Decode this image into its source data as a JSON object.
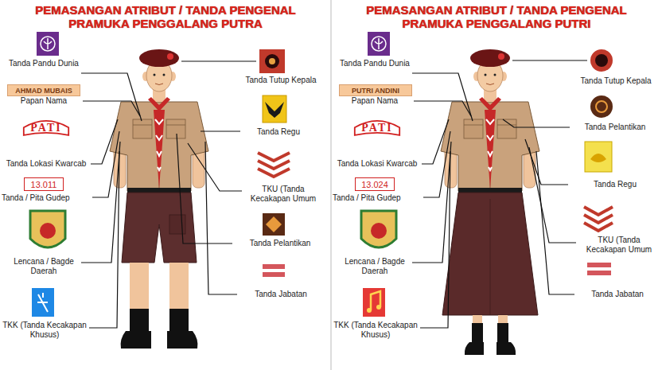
{
  "diagram": {
    "nodes": [
      {
        "text": [
          "AHMAD MUBAIS"
        ]
      },
      {
        "text": [
          "PATI"
        ]
      },
      {
        "text": [
          "13.011"
        ]
      },
      {
        "text": [
          "PUTRI ANDINI"
        ]
      },
      {
        "text": [
          "PATI"
        ]
      },
      {
        "text": [
          "13.024"
        ]
      }
    ],
    "labels": [
      "PEMASANGAN ATRIBUT / TANDA PENGENAL PRAMUKA PENGGALANG PUTRA",
      "Tanda Pandu Dunia",
      "Papan Nama",
      "Tanda Lokasi Kwarcab",
      "Tanda / Pita Gudep",
      "Lencana / Bagde Daerah",
      "TKK (Tanda Kecakapan Khusus)",
      "Tanda Tutup Kepala",
      "Tanda Regu",
      "TKU (Tanda Kecakapan Umum",
      "Tanda Pelantikan",
      "Tanda Jabatan",
      "PEMASANGAN ATRIBUT / TANDA PENGENAL PRAMUKA PENGGALANG PUTRI",
      "Tanda Pandu Dunia",
      "Papan Nama",
      "Tanda Lokasi Kwarcab",
      "Tanda / Pita Gudep",
      "Lencana / Bagde Daerah",
      "TKK (Tanda Kecakapan Khusus)",
      "Tanda Tutup Kepala",
      "Tanda Pelantikan",
      "Tanda Regu",
      "TKU (Tanda Kecakapan Umum",
      "Tanda Jabatan"
    ]
  }
}
